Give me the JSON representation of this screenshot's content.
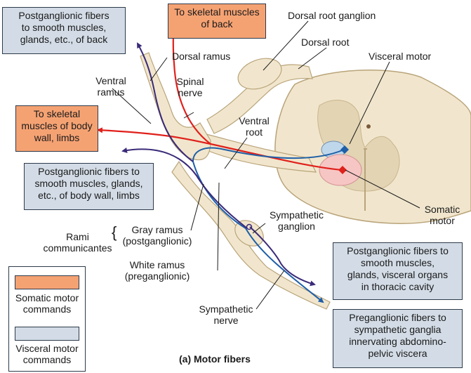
{
  "title": "(a) Motor fibers",
  "colors": {
    "somatic": "#e0201b",
    "visceral_pre": "#1e5fa8",
    "visceral_post": "#3a2a78",
    "box_orange": "#f5a273",
    "box_blue": "#d3dce6",
    "tissue": "#efe4cb"
  },
  "boxes": {
    "post_back": "Postganglionic fibers\nto smooth muscles,\nglands, etc., of back",
    "skel_back": "To skeletal muscles\nof back",
    "skel_body": "To skeletal\nmuscles of body\nwall, limbs",
    "post_body": "Postganglionic fibers to\nsmooth muscles, glands,\netc., of body wall, limbs",
    "post_thoracic": "Postganglionic fibers to\nsmooth muscles,\nglands, visceral organs\nin thoracic cavity",
    "pre_abdominal": "Preganglionic fibers to\nsympathetic ganglia\ninnervating abdomino-\npelvic viscera"
  },
  "labels": {
    "dorsal_root_ganglion": "Dorsal root ganglion",
    "dorsal_root": "Dorsal root",
    "visceral_motor": "Visceral motor",
    "dorsal_ramus": "Dorsal ramus",
    "ventral_ramus": "Ventral\nramus",
    "spinal_nerve": "Spinal\nnerve",
    "ventral_root": "Ventral\nroot",
    "somatic_motor": "Somatic\nmotor",
    "sympathetic_ganglion": "Sympathetic\nganglion",
    "rami_communicantes": "Rami\ncommunicantes",
    "gray_ramus": "Gray ramus\n(postganglionic)",
    "white_ramus": "White ramus\n(preganglionic)",
    "sympathetic_nerve": "Sympathetic\nnerve"
  },
  "legend": {
    "somatic": "Somatic motor\ncommands",
    "visceral": "Visceral motor\ncommands"
  }
}
